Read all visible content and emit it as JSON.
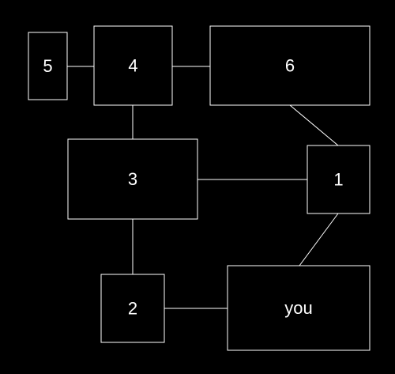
{
  "nodes": [
    {
      "id": "n5",
      "label": "5"
    },
    {
      "id": "n4",
      "label": "4"
    },
    {
      "id": "n6",
      "label": "6"
    },
    {
      "id": "n3",
      "label": "3"
    },
    {
      "id": "n1",
      "label": "1"
    },
    {
      "id": "n2",
      "label": "2"
    },
    {
      "id": "you",
      "label": "you"
    }
  ],
  "edges": [
    {
      "from": "n5",
      "to": "n4"
    },
    {
      "from": "n4",
      "to": "n6"
    },
    {
      "from": "n4",
      "to": "n3"
    },
    {
      "from": "n6",
      "to": "n1"
    },
    {
      "from": "n3",
      "to": "n1"
    },
    {
      "from": "n3",
      "to": "n2"
    },
    {
      "from": "n1",
      "to": "you"
    },
    {
      "from": "n2",
      "to": "you"
    }
  ],
  "colors": {
    "background": "#000000",
    "stroke": "#ffffff",
    "text": "#ffffff"
  }
}
